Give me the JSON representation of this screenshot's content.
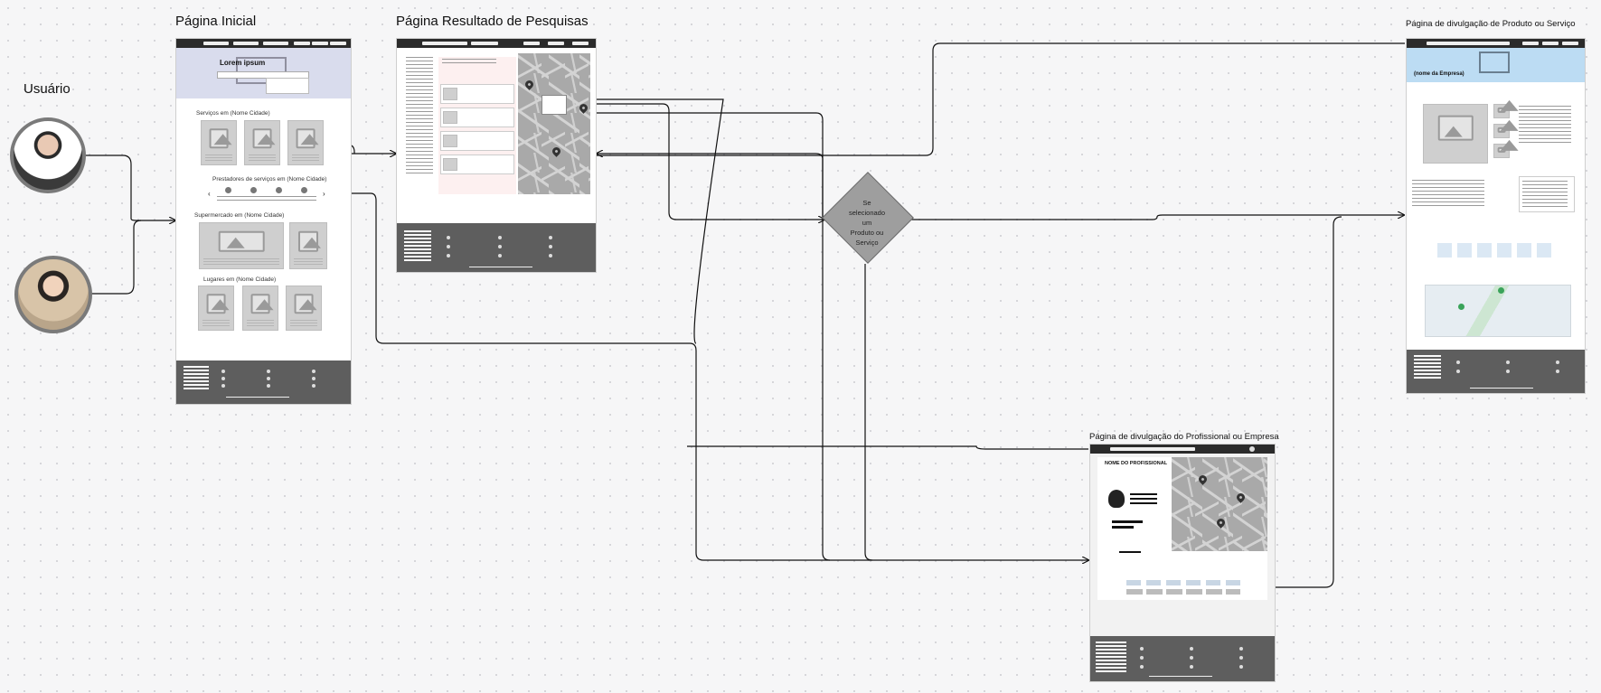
{
  "user": {
    "label": "Usuário"
  },
  "screens": {
    "home": {
      "title": "Página Inicial",
      "hero_text": "Lorem ipsum",
      "sections": [
        "Serviços em (Nome Cidade)",
        "Prestadores de serviços em (Nome Cidade)",
        "Supermercado em (Nome Cidade)",
        "Lugares em (Nome Cidade)"
      ]
    },
    "search": {
      "title": "Página Resultado de Pesquisas"
    },
    "product": {
      "title": "Página de divulgação de Produto ou Serviço",
      "company": "(nome da Empresa)"
    },
    "professional": {
      "title": "Página de divulgação do Profissional ou Empresa",
      "name": "NOME DO PROFISSIONAL"
    }
  },
  "decision": {
    "text": [
      "Se",
      "selecionado",
      "um",
      "Produto ou",
      "Serviço"
    ]
  },
  "colors": {
    "nav": "#2b2b2b",
    "footer": "#5e5e5e",
    "hero_home": "#d9dced",
    "hero_product": "#bcdcf3",
    "decision": "#9e9e9e"
  }
}
